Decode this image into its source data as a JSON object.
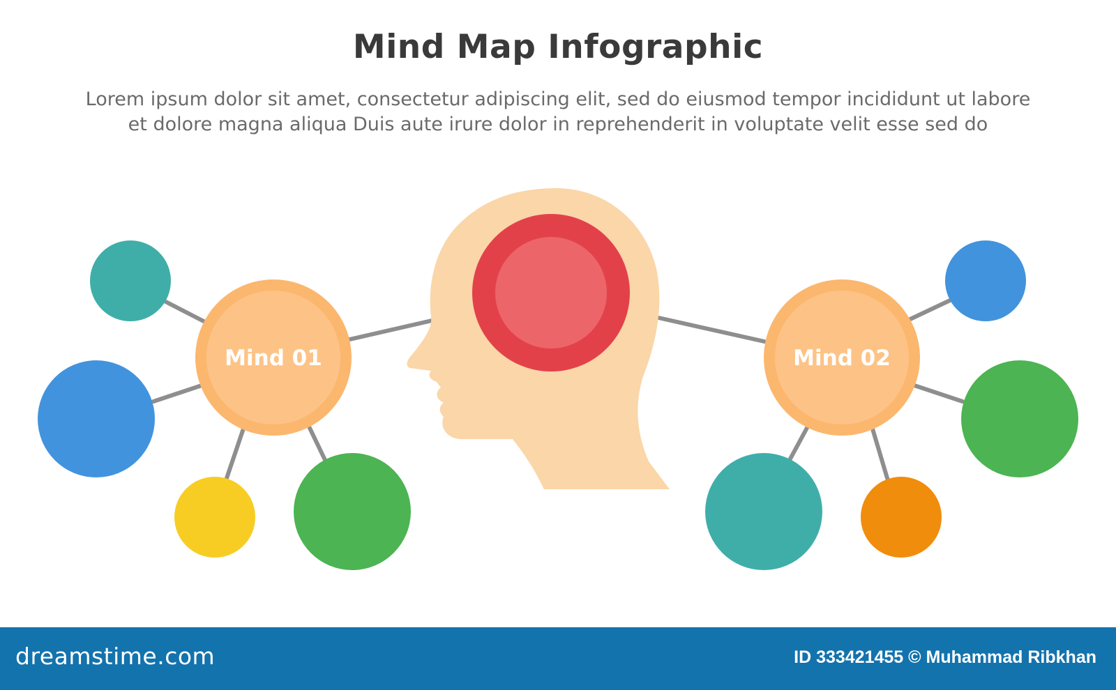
{
  "header": {
    "title": "Mind Map Infographic",
    "subtitle_line1": "Lorem ipsum dolor sit amet, consectetur adipiscing elit, sed do eiusmod tempor incididunt ut labore",
    "subtitle_line2": "et dolore magna aliqua Duis aute irure dolor in reprehenderit in voluptate velit esse sed do"
  },
  "diagram": {
    "head": {
      "icon": "human-head-profile-icon",
      "color": "#fad6a8"
    },
    "center_node": {
      "outer_color": "#e3414a",
      "inner_color": "#ec6569"
    },
    "mind_nodes": [
      {
        "label": "Mind 01",
        "color": "#fdc386",
        "ring_color": "#fbb76e",
        "children": [
          {
            "color": "#3faea9"
          },
          {
            "color": "#4293dd"
          },
          {
            "color": "#f7cd23"
          },
          {
            "color": "#4cb452"
          }
        ]
      },
      {
        "label": "Mind 02",
        "color": "#fdc386",
        "ring_color": "#fbb76e",
        "children": [
          {
            "color": "#4293dd"
          },
          {
            "color": "#4cb452"
          },
          {
            "color": "#f08d0c"
          },
          {
            "color": "#3faea9"
          }
        ]
      }
    ],
    "connector_color": "#8e8e8e"
  },
  "footer": {
    "brand": "dreamstime.com",
    "credit": "ID 333421455 © Muhammad Ribkhan",
    "background": "#1373ad"
  }
}
